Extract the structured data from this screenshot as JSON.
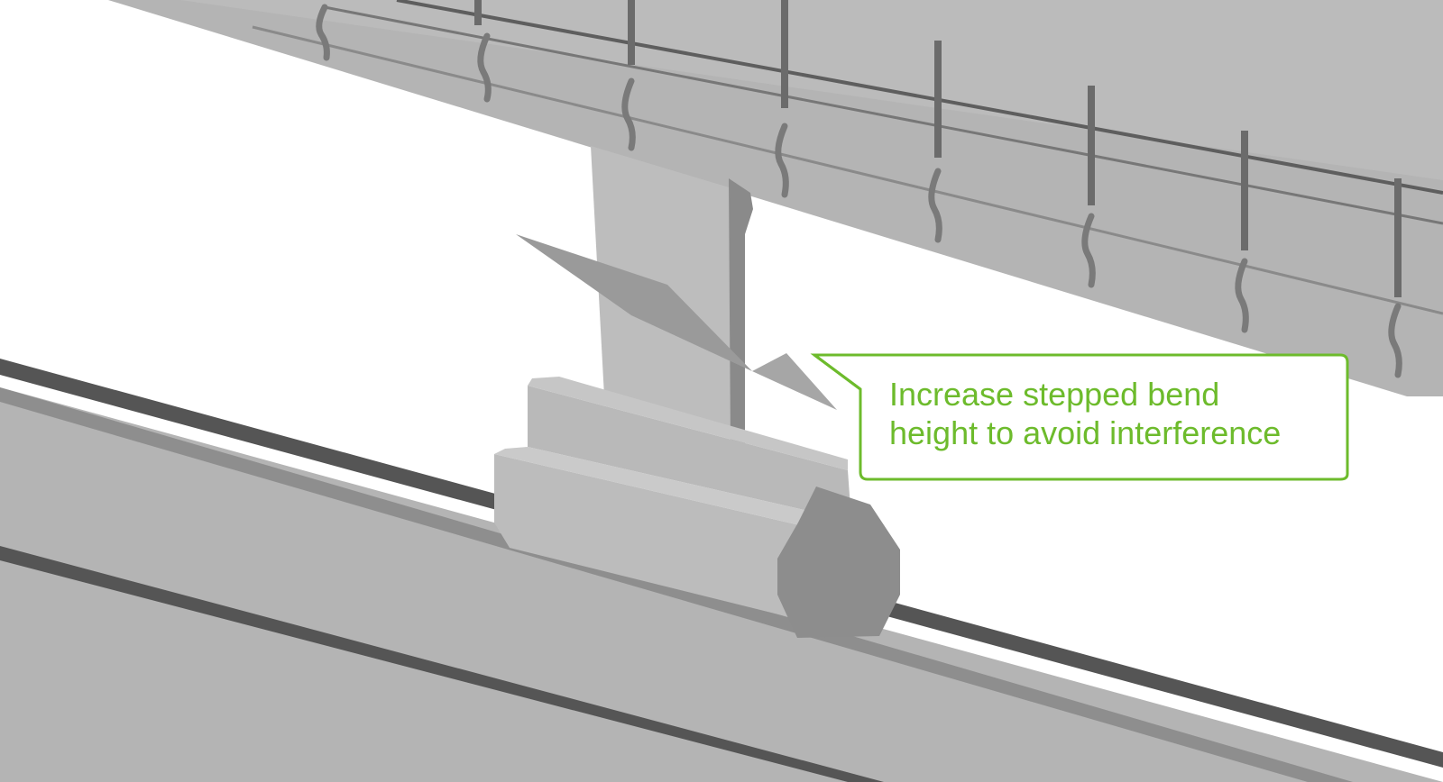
{
  "viewport": {
    "kind": "3d-cad-view",
    "background": "#ffffff"
  },
  "colors": {
    "part_face": "#b4b4b4",
    "part_face_light": "#bdbdbd",
    "part_shadow": "#8c8c8c",
    "part_dark": "#5a5a5a",
    "part_edge": "#999999",
    "callout_accent": "#6dbb2c"
  },
  "callout": {
    "line1": "Increase stepped bend",
    "line2": "height to avoid interference"
  },
  "objects": {
    "upper_tool": "upper punch tool holders (segmented)",
    "workpiece": "bent sheet metal part",
    "lower_tool": "die block",
    "die_rail": "lower die rail"
  }
}
